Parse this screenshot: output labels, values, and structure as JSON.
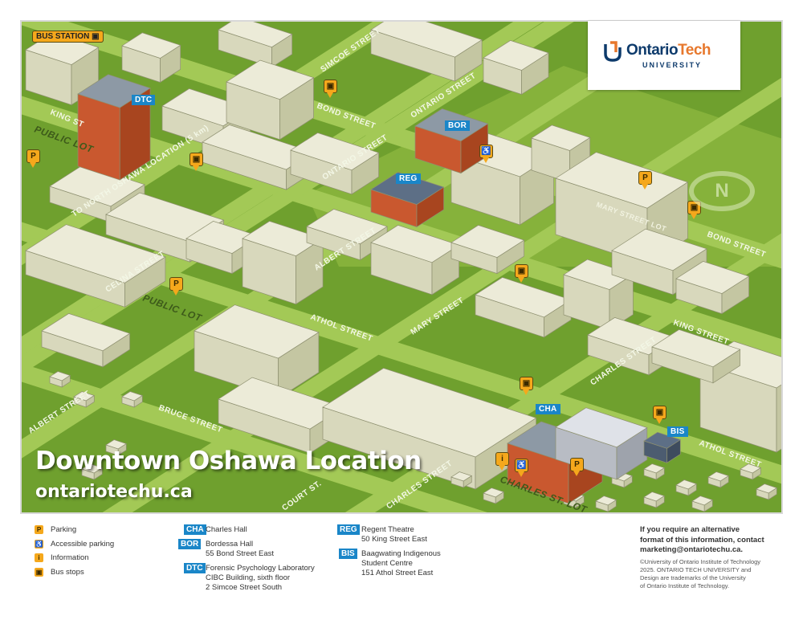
{
  "map": {
    "title": "Downtown Oshawa Location",
    "url": "ontariotechu.ca",
    "bus_station": "BUS STATION",
    "streets": {
      "king_w": "KING ST",
      "simcoe": "SIMCOE STREET",
      "bond_w": "BOND STREET",
      "ontario_n": "ONTARIO STREET",
      "ontario_s": "ONTARIO STREET",
      "to_north": "TO NORTH OSHAWA LOCATION (5 km)",
      "albert_n": "ALBERT STREET",
      "celina": "CELINA STREET",
      "athol_w": "ATHOL STREET",
      "mary": "MARY STREET",
      "bond_e": "BOND STREET",
      "king_e": "KING STREET",
      "charles_n": "CHARLES STREET",
      "bruce": "BRUCE STREET",
      "albert_s": "ALBERT STREET",
      "athol_e": "ATHOL STREET",
      "court": "COURT ST.",
      "charles_s": "CHARLES STREET"
    },
    "lots": {
      "public_lot_w": "PUBLIC LOT",
      "public_lot_s": "PUBLIC LOT",
      "mary_lot": "MARY STREET LOT",
      "charles_lot": "CHARLES ST. LOT"
    },
    "badges": {
      "dtc": "DTC",
      "bor": "BOR",
      "reg": "REG",
      "cha": "CHA",
      "bis": "BIS"
    },
    "compass": "N"
  },
  "logo": {
    "name_a": "Ontario",
    "name_b": "Tech",
    "sub": "UNIVERSITY"
  },
  "legend": {
    "icons": [
      {
        "icon": "parking-icon",
        "glyph": "P",
        "label": "Parking"
      },
      {
        "icon": "accessible-icon",
        "glyph": "♿",
        "label": "Accessible parking"
      },
      {
        "icon": "info-icon",
        "glyph": "i",
        "label": "Information"
      },
      {
        "icon": "bus-icon",
        "glyph": "▣",
        "label": "Bus stops"
      }
    ],
    "buildings": [
      {
        "code": "CHA",
        "line1": "Charles Hall",
        "line2": "",
        "line3": ""
      },
      {
        "code": "BOR",
        "line1": "Bordessa Hall",
        "line2": "55 Bond Street East",
        "line3": ""
      },
      {
        "code": "DTC",
        "line1": "Forensic Psychology Laboratory",
        "line2": "CIBC Building, sixth floor",
        "line3": "2 Simcoe Street South"
      },
      {
        "code": "REG",
        "line1": "Regent Theatre",
        "line2": "50 King Street East",
        "line3": ""
      },
      {
        "code": "BIS",
        "line1": "Baagwating Indigenous",
        "line2": "Student Centre",
        "line3": "151 Athol Street East"
      }
    ]
  },
  "notice": {
    "line1": "If you require an alternative",
    "line2": "format of this information, contact",
    "line3": "marketing@ontariotechu.ca.",
    "copy1": "©University of Ontario Institute of Technology",
    "copy2": "2025. ONTARIO TECH UNIVERSITY and",
    "copy3": "Design are trademarks of the University",
    "copy4": "of Ontario Institute of Technology."
  },
  "colors": {
    "grass": "#6fa02e",
    "road": "#9cc44c",
    "badge": "#1a86c8",
    "pin": "#f5a81c",
    "brick": "#c9582f"
  }
}
